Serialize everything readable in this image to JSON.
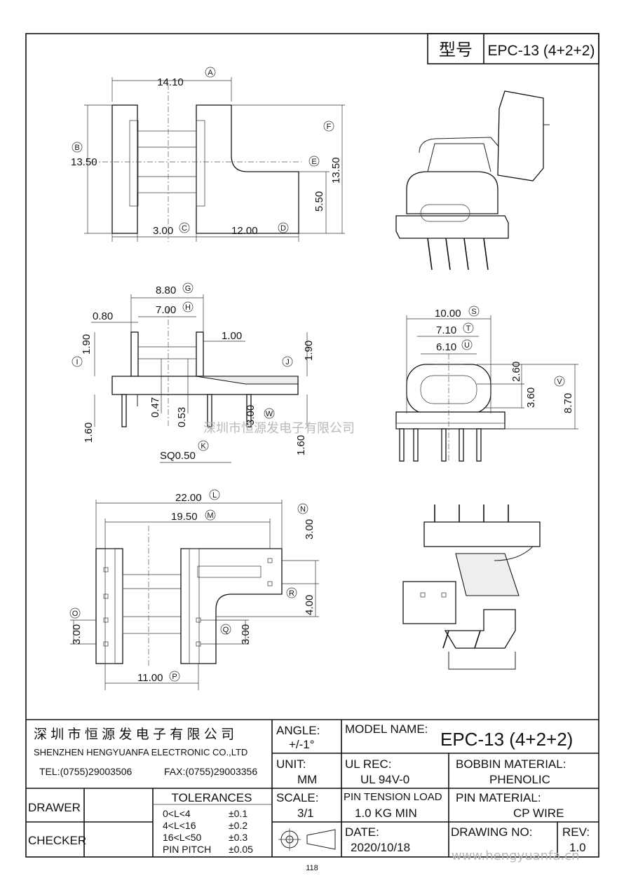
{
  "header": {
    "model_label": "型号",
    "model_value": "EPC-13 (4+2+2)"
  },
  "views": {
    "top": {
      "dims": [
        "14.10",
        "13.50",
        "13.50",
        "5.50",
        "3.00",
        "12.00"
      ],
      "markers": [
        "A",
        "B",
        "C",
        "D",
        "E",
        "F"
      ]
    },
    "side": {
      "dims": [
        "8.80",
        "7.00",
        "0.80",
        "1.00",
        "1.90",
        "1.90",
        "0.47",
        "0.53",
        "3.00",
        "1.60",
        "1.60",
        "SQ0.50"
      ],
      "markers": [
        "G",
        "H",
        "I",
        "J",
        "K",
        "W"
      ]
    },
    "front": {
      "dims": [
        "10.00",
        "7.10",
        "6.10",
        "2.60",
        "3.60",
        "8.70"
      ],
      "markers": [
        "S",
        "T",
        "U",
        "V"
      ]
    },
    "bottom": {
      "dims": [
        "22.00",
        "19.50",
        "3.00",
        "4.00",
        "3.00",
        "3.00",
        "11.00"
      ],
      "markers": [
        "L",
        "M",
        "N",
        "R",
        "O",
        "Q",
        "P"
      ]
    }
  },
  "watermark": "深圳市恒源发电子有限公司",
  "title_block": {
    "company_cn": "深 圳 市 恒 源 发 电 子 有 限 公 司",
    "company_en": "SHENZHEN HENGYUANFA ELECTRONIC CO.,LTD",
    "tel": "TEL:(0755)29003506",
    "fax": "FAX:(0755)29003356",
    "drawer_label": "DRAWER",
    "checker_label": "CHECKER",
    "tolerances": {
      "title": "TOLERANCES",
      "rows": [
        {
          "range": "0<L<4",
          "tol": "±0.1"
        },
        {
          "range": "4<L<16",
          "tol": "±0.2"
        },
        {
          "range": "16<L<50",
          "tol": "±0.3"
        },
        {
          "range": "PIN PITCH",
          "tol": "±0.05"
        }
      ]
    },
    "angle_label": "ANGLE:",
    "angle_value": "+/-1°",
    "unit_label": "UNIT:",
    "unit_value": "MM",
    "scale_label": "SCALE:",
    "scale_value": "3/1",
    "model_name_label": "MODEL NAME:",
    "model_name_value": "EPC-13 (4+2+2)",
    "ul_rec_label": "UL REC:",
    "ul_rec_value": "UL 94V-0",
    "bobbin_material_label": "BOBBIN MATERIAL:",
    "bobbin_material_value": "PHENOLIC",
    "pin_tension_label": "PIN TENSION LOAD",
    "pin_tension_value": "1.0 KG MIN",
    "pin_material_label": "PIN MATERIAL:",
    "pin_material_value": "CP WIRE",
    "date_label": "DATE:",
    "date_value": "2020/10/18",
    "drawing_no_label": "DRAWING NO:",
    "drawing_no_value": "",
    "rev_label": "REV:",
    "rev_value": "1.0"
  },
  "website": "www.hengyuanfa.cn",
  "page_number": "118"
}
